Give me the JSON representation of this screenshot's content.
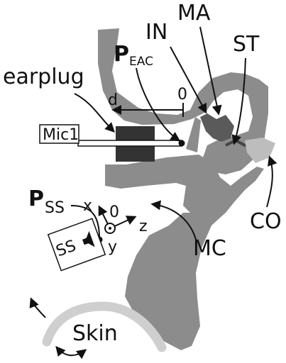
{
  "labels": {
    "earplug": "earplug",
    "in": "IN",
    "ma": "MA",
    "st": "ST",
    "p_eac_main": "P",
    "p_eac_sub": "EAC",
    "d": "d",
    "zero_top": "0",
    "mic1": "Mic1",
    "co": "CO",
    "p_ss_main": "P",
    "p_ss_sub": "SS",
    "x": "x",
    "zero_axis": "0",
    "z": "z",
    "y": "y",
    "ss": "SS",
    "mc": "MC",
    "skin": "Skin"
  },
  "colors": {
    "tissue": "#8c8c8c",
    "cochlea": "#bdbdbd",
    "earplug": "#333333",
    "skin": "#cfcfcf",
    "ink": "#111111"
  }
}
